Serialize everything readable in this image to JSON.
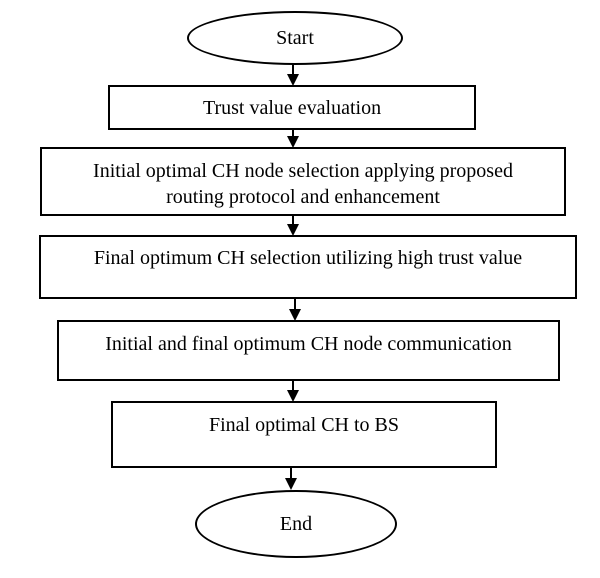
{
  "flowchart": {
    "start": "Start",
    "steps": [
      "Trust value evaluation",
      "Initial optimal CH node selection applying proposed\nrouting protocol and enhancement",
      "Final optimum CH selection utilizing high trust value",
      "Initial and final optimum CH node communication",
      "Final optimal CH to BS"
    ],
    "end": "End"
  }
}
